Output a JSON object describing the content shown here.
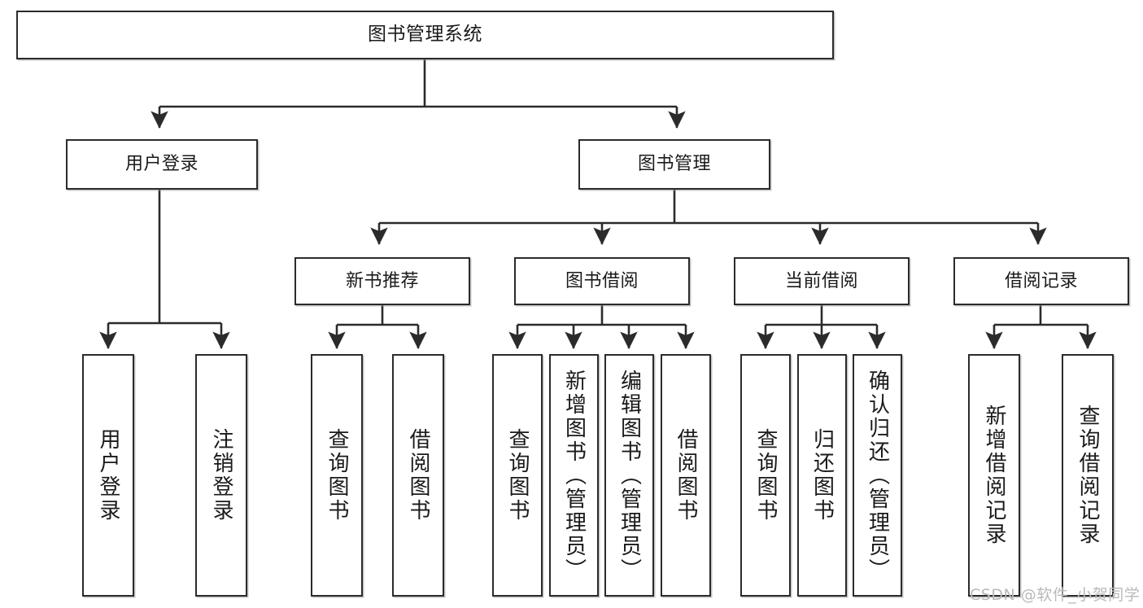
{
  "diagram": {
    "type": "tree-hierarchy",
    "title": "图书管理系统",
    "orientation": "top-down",
    "colors": {
      "box_border": "#2b2b2b",
      "box_fill": "#ffffff",
      "edge": "#2b2b2b",
      "text": "#1a1a1a",
      "watermark": "#b9b9b9"
    }
  },
  "nodes": {
    "root": {
      "label": "图书管理系统"
    },
    "level2": [
      {
        "id": "user-login",
        "label": "用户登录"
      },
      {
        "id": "book-manage",
        "label": "图书管理"
      }
    ],
    "level3": [
      {
        "id": "new-book-recommend",
        "label": "新书推荐"
      },
      {
        "id": "book-borrow",
        "label": "图书借阅"
      },
      {
        "id": "current-borrow",
        "label": "当前借阅"
      },
      {
        "id": "borrow-record",
        "label": "借阅记录"
      }
    ],
    "leaves": [
      {
        "id": "leaf-user-login",
        "label": "用户登录",
        "parent": "user-login"
      },
      {
        "id": "leaf-user-logout",
        "label": "注销登录",
        "parent": "user-login"
      },
      {
        "id": "leaf-query-book-1",
        "label": "查询图书",
        "parent": "new-book-recommend"
      },
      {
        "id": "leaf-borrow-book-1",
        "label": "借阅图书",
        "parent": "new-book-recommend"
      },
      {
        "id": "leaf-query-book-2",
        "label": "查询图书",
        "parent": "book-borrow"
      },
      {
        "id": "leaf-add-book",
        "label": "新增图书（管理员）",
        "parent": "book-borrow"
      },
      {
        "id": "leaf-edit-book",
        "label": "编辑图书（管理员）",
        "parent": "book-borrow"
      },
      {
        "id": "leaf-borrow-book-2",
        "label": "借阅图书",
        "parent": "book-borrow"
      },
      {
        "id": "leaf-query-book-3",
        "label": "查询图书",
        "parent": "current-borrow"
      },
      {
        "id": "leaf-return-book",
        "label": "归还图书",
        "parent": "current-borrow"
      },
      {
        "id": "leaf-confirm-return",
        "label": "确认归还（管理员）",
        "parent": "current-borrow"
      },
      {
        "id": "leaf-add-record",
        "label": "新增借阅记录",
        "parent": "borrow-record"
      },
      {
        "id": "leaf-query-record",
        "label": "查询借阅记录",
        "parent": "borrow-record"
      }
    ]
  },
  "watermark": {
    "text": "CSDN @软件_小贺同学"
  }
}
